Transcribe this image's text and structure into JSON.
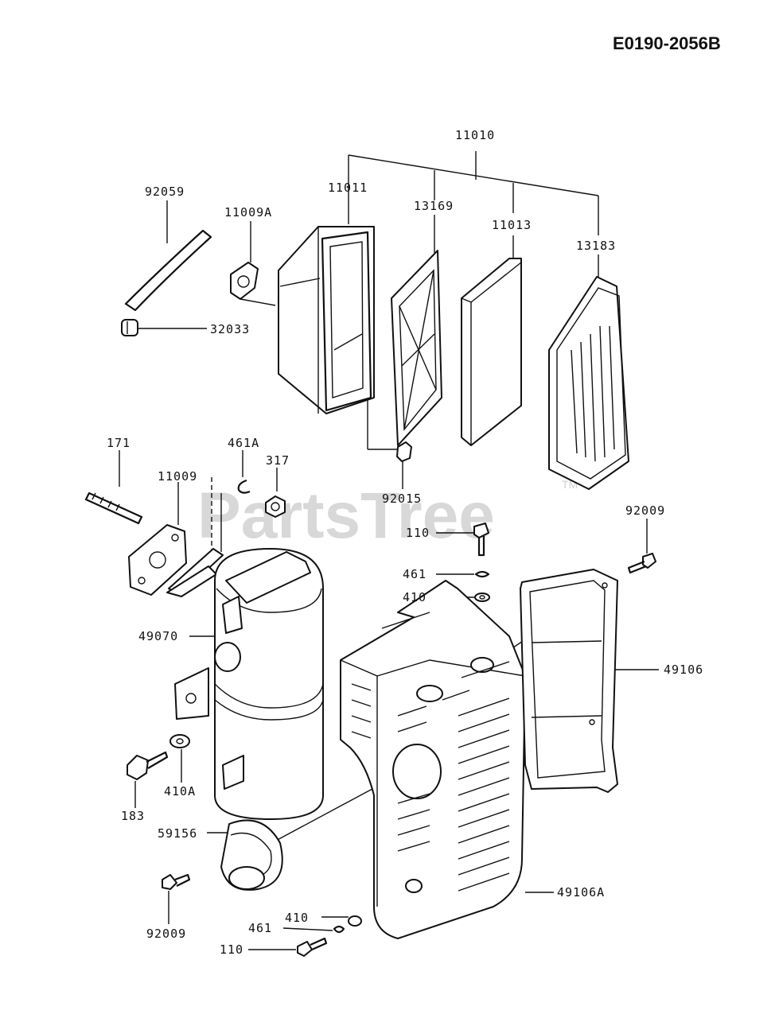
{
  "diagram_code": "E0190-2056B",
  "watermark": "PartsTree",
  "trademark": "TM",
  "labels": {
    "p11010": "11010",
    "p11011": "11011",
    "p13169": "13169",
    "p11013": "11013",
    "p13183": "13183",
    "p92059": "92059",
    "p11009a": "11009A",
    "p32033": "32033",
    "p171": "171",
    "p461a": "461A",
    "p317": "317",
    "p11009": "11009",
    "p92015": "92015",
    "p92009_top": "92009",
    "p110_top": "110",
    "p461_top": "461",
    "p410_top": "410",
    "p49070": "49070",
    "p49106": "49106",
    "p410a": "410A",
    "p183": "183",
    "p59156": "59156",
    "p49106a": "49106A",
    "p92009_bottom": "92009",
    "p410_bottom": "410",
    "p461_bottom": "461",
    "p110_bottom": "110"
  }
}
